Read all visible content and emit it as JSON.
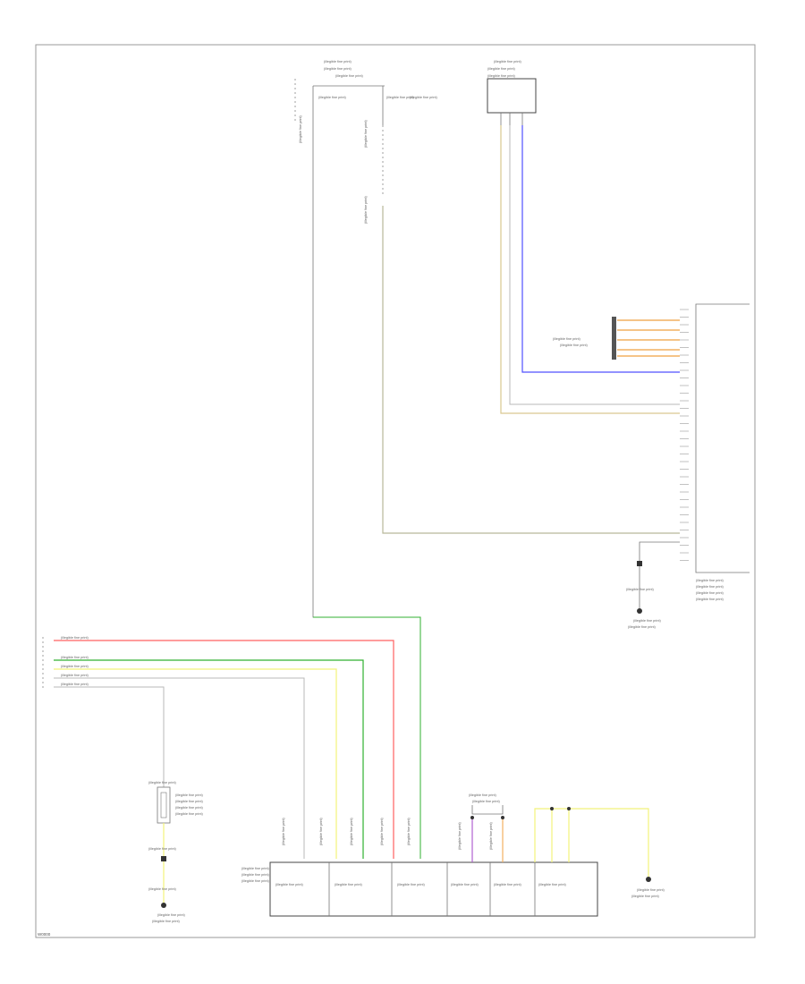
{
  "page": {
    "id_text": "W0000",
    "fine_print": "(illegible fine print)"
  },
  "colors": {
    "frame": "#9a9a9a",
    "wire_gray": "#b8b8b8",
    "wire_olive": "#b8b89a",
    "wire_tan": "#d9c890",
    "wire_orange": "#f2b060",
    "wire_blue": "#5050ff",
    "wire_green": "#30b030",
    "wire_red": "#ff6060",
    "wire_yellow": "#f2f27a",
    "wire_purple": "#b060d0",
    "ground": "#333333"
  },
  "components": [
    {
      "name": "top-fuse-block-connector"
    },
    {
      "name": "top-right-relay-box"
    },
    {
      "name": "right-control-module"
    },
    {
      "name": "ground-point-right"
    },
    {
      "name": "bottom-right-ground"
    },
    {
      "name": "bottom-left-ground"
    },
    {
      "name": "left-switch-module"
    },
    {
      "name": "bottom-component-strip"
    }
  ]
}
